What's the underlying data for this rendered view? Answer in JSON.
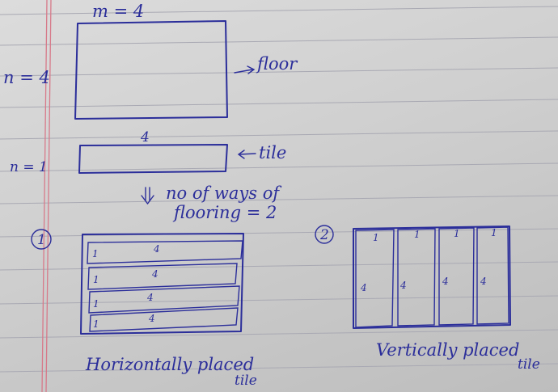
{
  "floor": {
    "m_label": "m = 4",
    "n_label": "n = 4",
    "name": "floor"
  },
  "tile": {
    "length": "4",
    "n_label": "n = 1",
    "name": "tile"
  },
  "ways": {
    "line1": "no of ways of",
    "line2": "flooring = 2"
  },
  "option1": {
    "number": "1",
    "rows": [
      {
        "length": "4",
        "width": "1"
      },
      {
        "length": "4",
        "width": "1"
      },
      {
        "length": "4",
        "width": "1"
      },
      {
        "length": "4",
        "width": "1"
      }
    ],
    "caption_line1": "Horizontally placed",
    "caption_line2": "tile"
  },
  "option2": {
    "number": "2",
    "cols": [
      {
        "width": "1",
        "length": "4"
      },
      {
        "width": "1",
        "length": "4"
      },
      {
        "width": "1",
        "length": "4"
      },
      {
        "width": "1",
        "length": "4"
      }
    ],
    "caption_line1": "Vertically placed",
    "caption_line2": "tile"
  },
  "colors": {
    "ink": "#2b2e9a",
    "ruling": "#a9a9b3",
    "margin": "#d77a8a"
  }
}
